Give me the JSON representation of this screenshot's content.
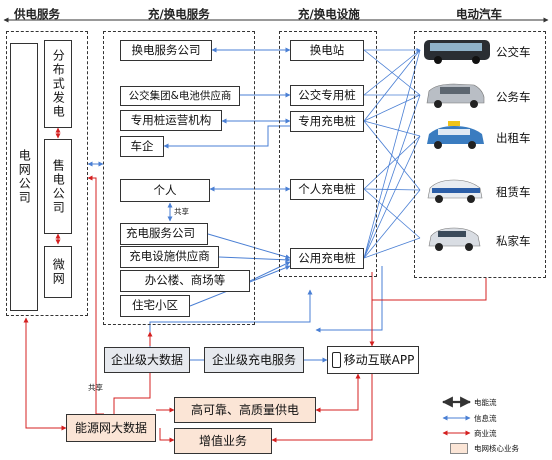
{
  "headers": {
    "power_supply": "供电服务",
    "charge_swap_service": "充/换电服务",
    "charge_swap_facility": "充/换电设施",
    "ev": "电动汽车"
  },
  "grid": {
    "grid_company": "电网公司",
    "distributed_generation": "分布式发电",
    "sales_company": "售电公司",
    "microgrid": "微网"
  },
  "services": {
    "swap_service_company": "换电服务公司",
    "bus_group_battery": "公交集团&电池供应商",
    "dedicated_pile_operator": "专用桩运营机构",
    "car_company": "车企",
    "individual": "个人",
    "share_label": "共享",
    "charging_service_company": "充电服务公司",
    "charging_facility_supplier": "充电设施供应商",
    "office_mall": "办公楼、商场等",
    "residential": "住宅小区"
  },
  "facilities": {
    "swap_station": "换电站",
    "bus_pile": "公交专用桩",
    "dedicated_pile": "专用充电桩",
    "personal_pile": "个人充电桩",
    "public_pile": "公用充电桩"
  },
  "vehicles": [
    {
      "label": "公交车",
      "icon": "bus-icon",
      "color": "#2a2e33"
    },
    {
      "label": "公务车",
      "icon": "van-icon",
      "color": "#b9bec5"
    },
    {
      "label": "出租车",
      "icon": "taxi-icon",
      "color": "#3a7cc0"
    },
    {
      "label": "租赁车",
      "icon": "rental-car-icon",
      "color": "#2b5ea8"
    },
    {
      "label": "私家车",
      "icon": "private-car-icon",
      "color": "#d9dde3"
    }
  ],
  "bottom": {
    "enterprise_big_data": "企业级大数据",
    "enterprise_charging_service": "企业级充电服务",
    "mobile_app": "移动互联APP",
    "share_label": "共享",
    "energy_big_data": "能源网大数据",
    "high_quality_supply": "高可靠、高质量供电",
    "value_added": "增值业务"
  },
  "legend": {
    "energy_flow": "电能流",
    "info_flow": "信息流",
    "business_flow": "商业流",
    "core_business": "电网核心业务"
  },
  "colors": {
    "energy": "#222222",
    "info": "#4a7fd4",
    "business": "#d42020",
    "grey_box": "#e6e9ee",
    "core_box": "#fbe5d6"
  }
}
